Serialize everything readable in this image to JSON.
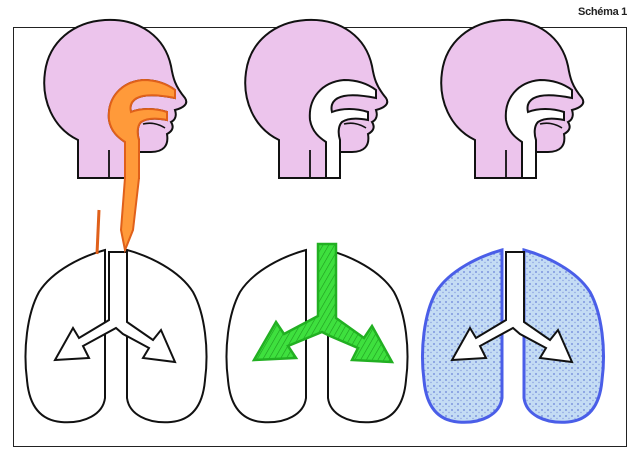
{
  "schema_label": "Schéma 1",
  "panels": [
    {
      "title": "O.R.L.",
      "subtitle": "D.A.M.M. > 5 µm",
      "highlight": "upper-airways",
      "color": "#ff8a2a"
    },
    {
      "title": "Bronches",
      "subtitle": "D.A.M.M. : 2 à 4 µm",
      "highlight": "bronchi",
      "color": "#3ee03e"
    },
    {
      "title": "Poumon profond",
      "subtitle": "D.A.M.M. : 0,5 à 3 µm",
      "highlight": "deep-lung",
      "color": "#4a5ee8"
    }
  ],
  "colors": {
    "head_fill": "#ecc4ec",
    "outline": "#111111",
    "lung_fill": "#ffffff",
    "deep_fill": "#b8d4f0"
  }
}
